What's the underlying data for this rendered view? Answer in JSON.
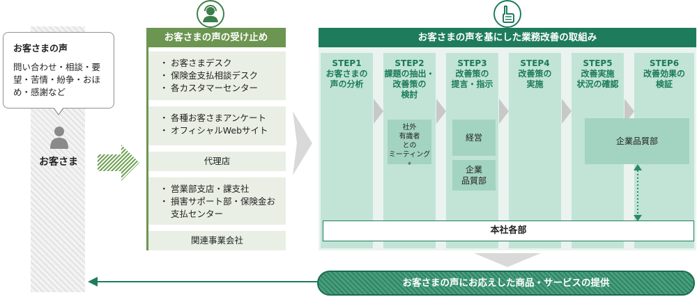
{
  "customer": {
    "bubble_title": "お客さまの声",
    "bubble_lines": [
      "問い合わせ・相談・要",
      "望・苦情・紛争・おほ",
      "め・感謝など"
    ],
    "label": "お客さま"
  },
  "reception": {
    "header": "お客さまの声の受け止め",
    "group1": [
      "お客さまデスク",
      "保険金支払相談デスク",
      "各カスタマーセンター"
    ],
    "group2": [
      "各種お客さまアンケート",
      "オフィシャルWebサイト"
    ],
    "agency": "代理店",
    "group3": [
      "営業部支店・課支社",
      "損害サポート部・保険金お",
      "支払センター"
    ],
    "affiliates": "関連事業会社"
  },
  "improvement": {
    "header": "お客さまの声を基にした業務改善の取組み",
    "steps": [
      {
        "id": "STEP1",
        "lines": [
          "お客さまの",
          "声の分析"
        ]
      },
      {
        "id": "STEP2",
        "lines": [
          "課題の抽出・",
          "改善策の",
          "検討"
        ]
      },
      {
        "id": "STEP3",
        "lines": [
          "改善策の",
          "提言・指示"
        ]
      },
      {
        "id": "STEP4",
        "lines": [
          "改善策の",
          "実施"
        ]
      },
      {
        "id": "STEP5",
        "lines": [
          "改善実施",
          "状況の確認"
        ]
      },
      {
        "id": "STEP6",
        "lines": [
          "改善効果の",
          "検証"
        ]
      }
    ],
    "external_meeting": [
      "社外",
      "有識者",
      "との",
      "ミーティング"
    ],
    "external_meeting_note": "※",
    "management": "経営",
    "quality_dept_split": [
      "企業",
      "品質部"
    ],
    "quality_dept": "企業品質部",
    "head_office": "本社各部"
  },
  "provide_label": "お客さまの声にお応えした商品・サービスの提供",
  "colors": {
    "dark_green": "#1e7c5c",
    "olive_green": "#6b9550",
    "step_bg": "#c1e4d7",
    "box": "#a3d3c1"
  },
  "icons": [
    "headset-operator-icon",
    "thumbs-up-hand-icon",
    "person-icon"
  ]
}
